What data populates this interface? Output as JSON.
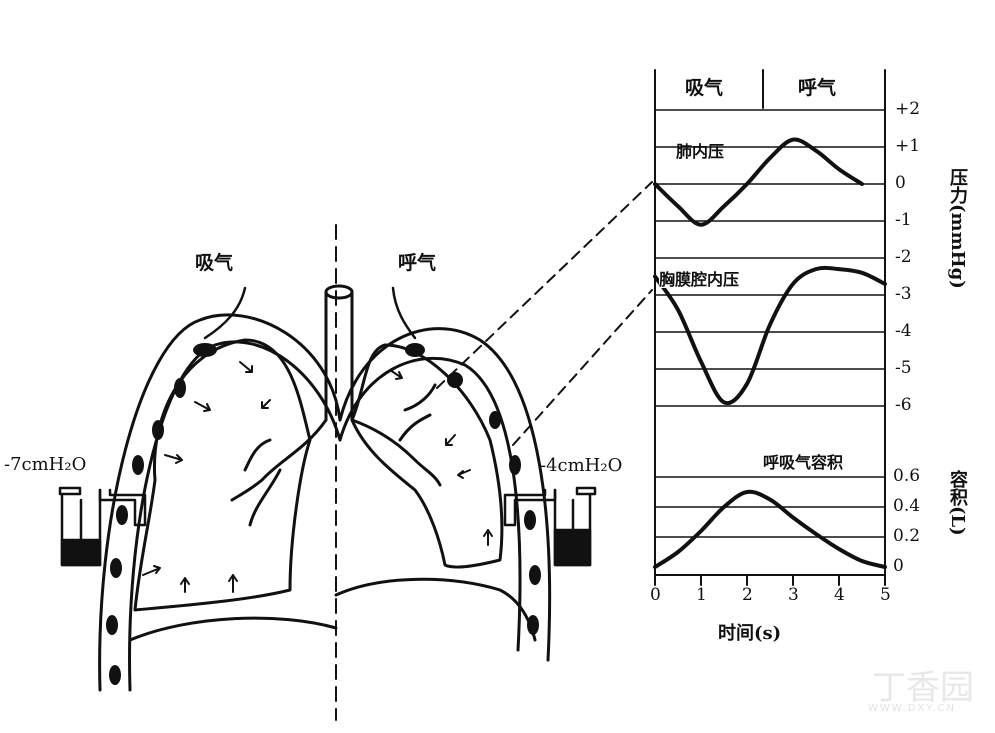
{
  "left_panel": {
    "inhale_label": "吸气",
    "exhale_label": "呼气",
    "left_pressure": "-7cmH₂O",
    "right_pressure": "-4cmH₂O"
  },
  "graph": {
    "phase_inhale": "吸气",
    "phase_exhale": "呼气",
    "lung_pressure_label": "肺内压",
    "pleural_pressure_label": "胸膜腔内压",
    "volume_label": "呼吸气容积",
    "pressure_axis_label": "压力(mmHg)",
    "volume_axis_label": "容积(L)",
    "time_axis_label": "时间(s)",
    "pressure_ticks": [
      "+2",
      "+1",
      "0",
      "-1",
      "-2",
      "-3",
      "-4",
      "-5",
      "-6"
    ],
    "volume_ticks": [
      "0.6",
      "0.4",
      "0.2",
      "0"
    ],
    "time_ticks": [
      "0",
      "1",
      "2",
      "3",
      "4",
      "5"
    ]
  },
  "chart_data": {
    "type": "line",
    "xlabel": "时间(s)",
    "series": [
      {
        "name": "肺内压",
        "axis": "压力(mmHg)",
        "x": [
          0,
          0.5,
          1,
          1.5,
          2,
          2.5,
          3,
          3.5,
          4,
          4.5
        ],
        "y": [
          0,
          -0.6,
          -1.1,
          -0.6,
          0,
          0.7,
          1.2,
          0.9,
          0.4,
          0
        ]
      },
      {
        "name": "胸膜腔内压",
        "axis": "压力(mmHg)",
        "x": [
          0,
          0.5,
          1,
          1.5,
          2,
          2.5,
          3,
          3.5,
          4,
          4.5,
          5
        ],
        "y": [
          -2.5,
          -3.4,
          -4.8,
          -5.9,
          -5.4,
          -3.8,
          -2.7,
          -2.3,
          -2.3,
          -2.4,
          -2.7
        ]
      },
      {
        "name": "呼吸气容积",
        "axis": "容积(L)",
        "x": [
          0,
          0.5,
          1,
          1.5,
          2,
          2.5,
          3,
          3.5,
          4,
          4.5,
          5
        ],
        "y": [
          0,
          0.1,
          0.24,
          0.4,
          0.5,
          0.45,
          0.33,
          0.22,
          0.12,
          0.04,
          0
        ]
      }
    ],
    "xlim": [
      0,
      5
    ],
    "pressure_ylim": [
      -6,
      2
    ],
    "volume_ylim": [
      0,
      0.6
    ]
  },
  "watermark": {
    "text": "丁香园",
    "subtext": "WWW.DXY.CN"
  }
}
